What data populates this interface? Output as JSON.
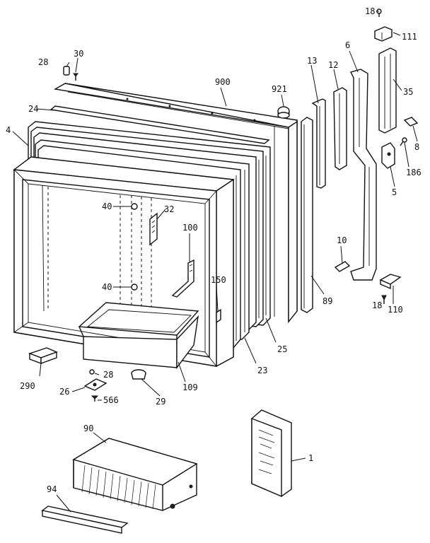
{
  "diagram": {
    "callouts": {
      "c18_top": "18",
      "c111": "111",
      "c6": "6",
      "c28_top": "28",
      "c30": "30",
      "c13": "13",
      "c12": "12",
      "c35": "35",
      "c900": "900",
      "c921": "921",
      "c24": "24",
      "c8": "8",
      "c4": "4",
      "c186": "186",
      "c5": "5",
      "c40_a": "40",
      "c32": "32",
      "c100": "100",
      "c10": "10",
      "c40_b": "40",
      "c150": "150",
      "c89": "89",
      "c110": "110",
      "c18_bot": "18",
      "c25": "25",
      "c290": "290",
      "c28_bot": "28",
      "c23": "23",
      "c26": "26",
      "c109": "109",
      "c566": "566",
      "c29": "29",
      "c90": "90",
      "c1": "1",
      "c94": "94"
    }
  }
}
